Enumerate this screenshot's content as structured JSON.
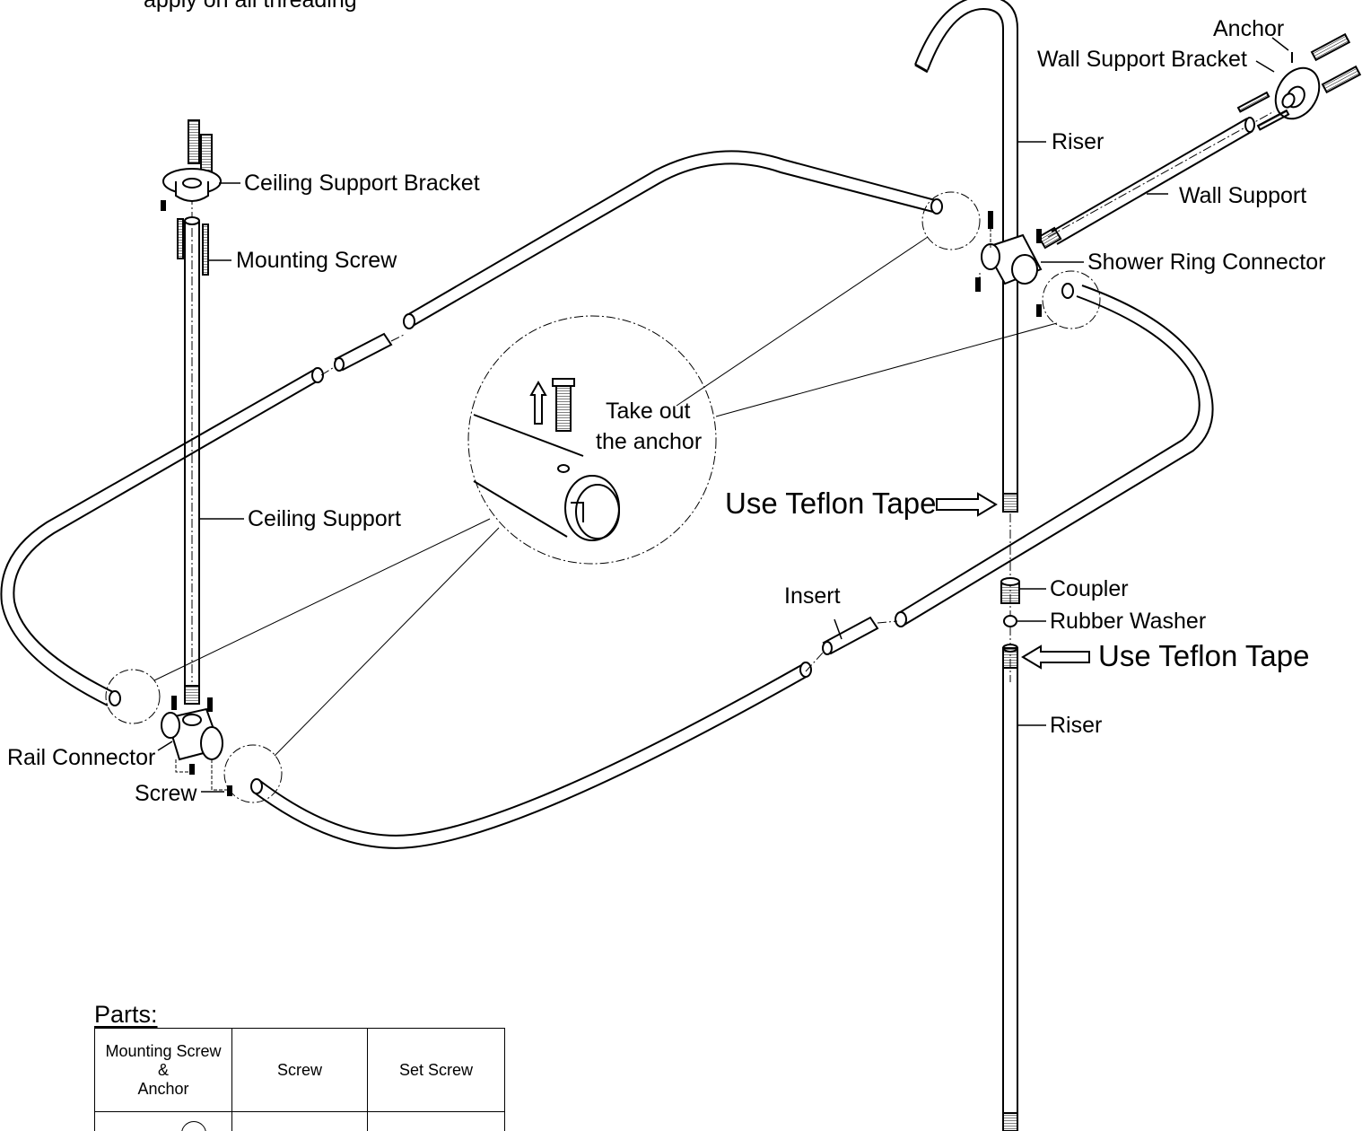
{
  "header_text": "apply on all threading",
  "labels": {
    "anchor": "Anchor",
    "wall_support_bracket": "Wall Support Bracket",
    "riser_top": "Riser",
    "wall_support": "Wall Support",
    "ceiling_support_bracket": "Ceiling Support Bracket",
    "mounting_screw": "Mounting Screw",
    "shower_ring_connector": "Shower Ring Connector",
    "take_out_line1": "Take out",
    "take_out_line2": "the anchor",
    "ceiling_support": "Ceiling Support",
    "use_teflon_tape_1": "Use Teflon Tape",
    "use_teflon_tape_2": "Use Teflon Tape",
    "insert": "Insert",
    "coupler": "Coupler",
    "rubber_washer": "Rubber Washer",
    "riser_bottom": "Riser",
    "rail_connector": "Rail Connector",
    "screw": "Screw"
  },
  "parts": {
    "heading": "Parts:",
    "col1_line1": "Mounting Screw",
    "col1_line2": "&",
    "col1_line3": "Anchor",
    "col2": "Screw",
    "col3": "Set Screw"
  }
}
